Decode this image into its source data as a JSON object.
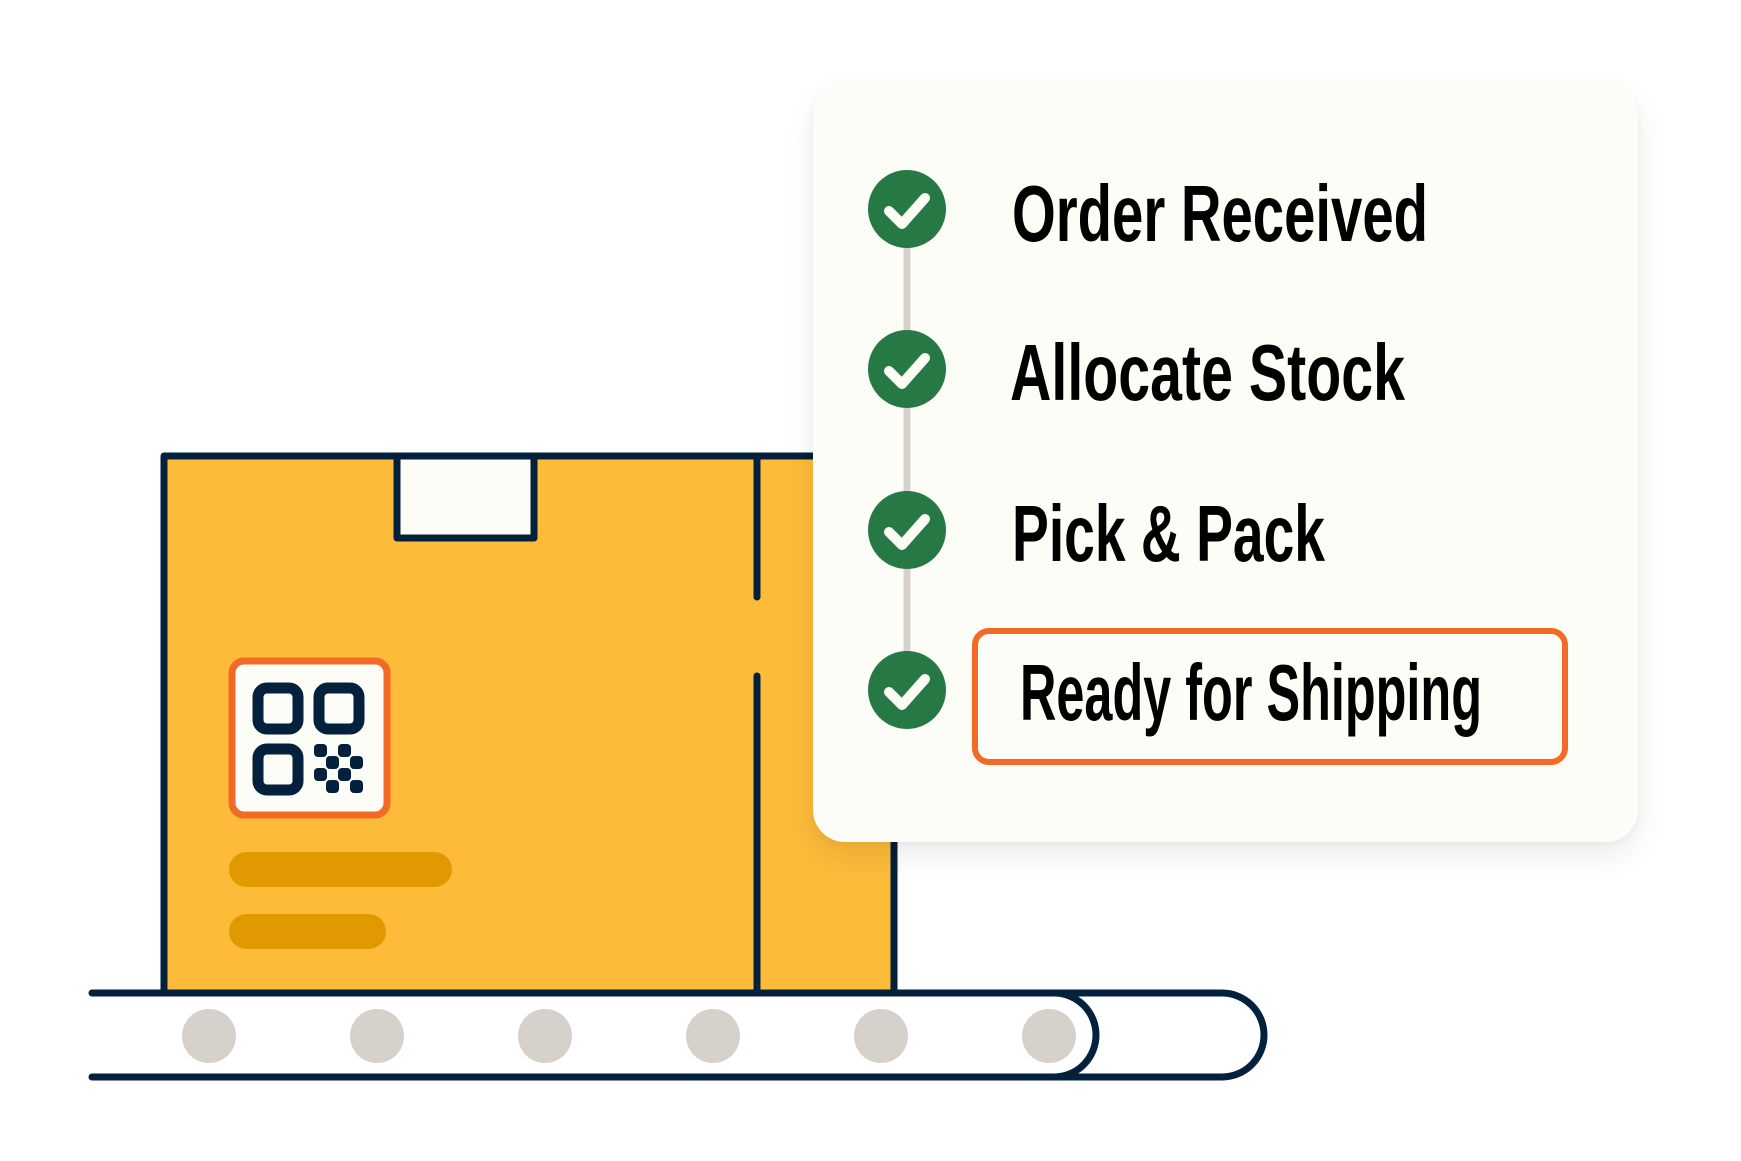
{
  "illustration": {
    "description": "Order fulfillment progress illustration",
    "box": {
      "color": "#fdbb3a",
      "stroke": "#03203c",
      "label_bar_color": "#e09a00",
      "tape_color": "#fdfdf7"
    },
    "qr_label": {
      "border_color": "#f26a25",
      "icon": "qr-code-icon"
    },
    "conveyor": {
      "roller_count": 6,
      "roller_color": "#d6d2cb"
    }
  },
  "status_card": {
    "background": "#fdfdf7",
    "check_color": "#267944",
    "connector_color": "#d6d2cb",
    "highlight_color": "#f26a25",
    "steps": [
      {
        "label": "Order Received",
        "status": "complete",
        "icon": "check-circle-icon"
      },
      {
        "label": "Allocate Stock",
        "status": "complete",
        "icon": "check-circle-icon"
      },
      {
        "label": "Pick & Pack",
        "status": "complete",
        "icon": "check-circle-icon"
      },
      {
        "label": "Ready for Shipping",
        "status": "complete",
        "icon": "check-circle-icon",
        "highlighted": true
      }
    ]
  }
}
